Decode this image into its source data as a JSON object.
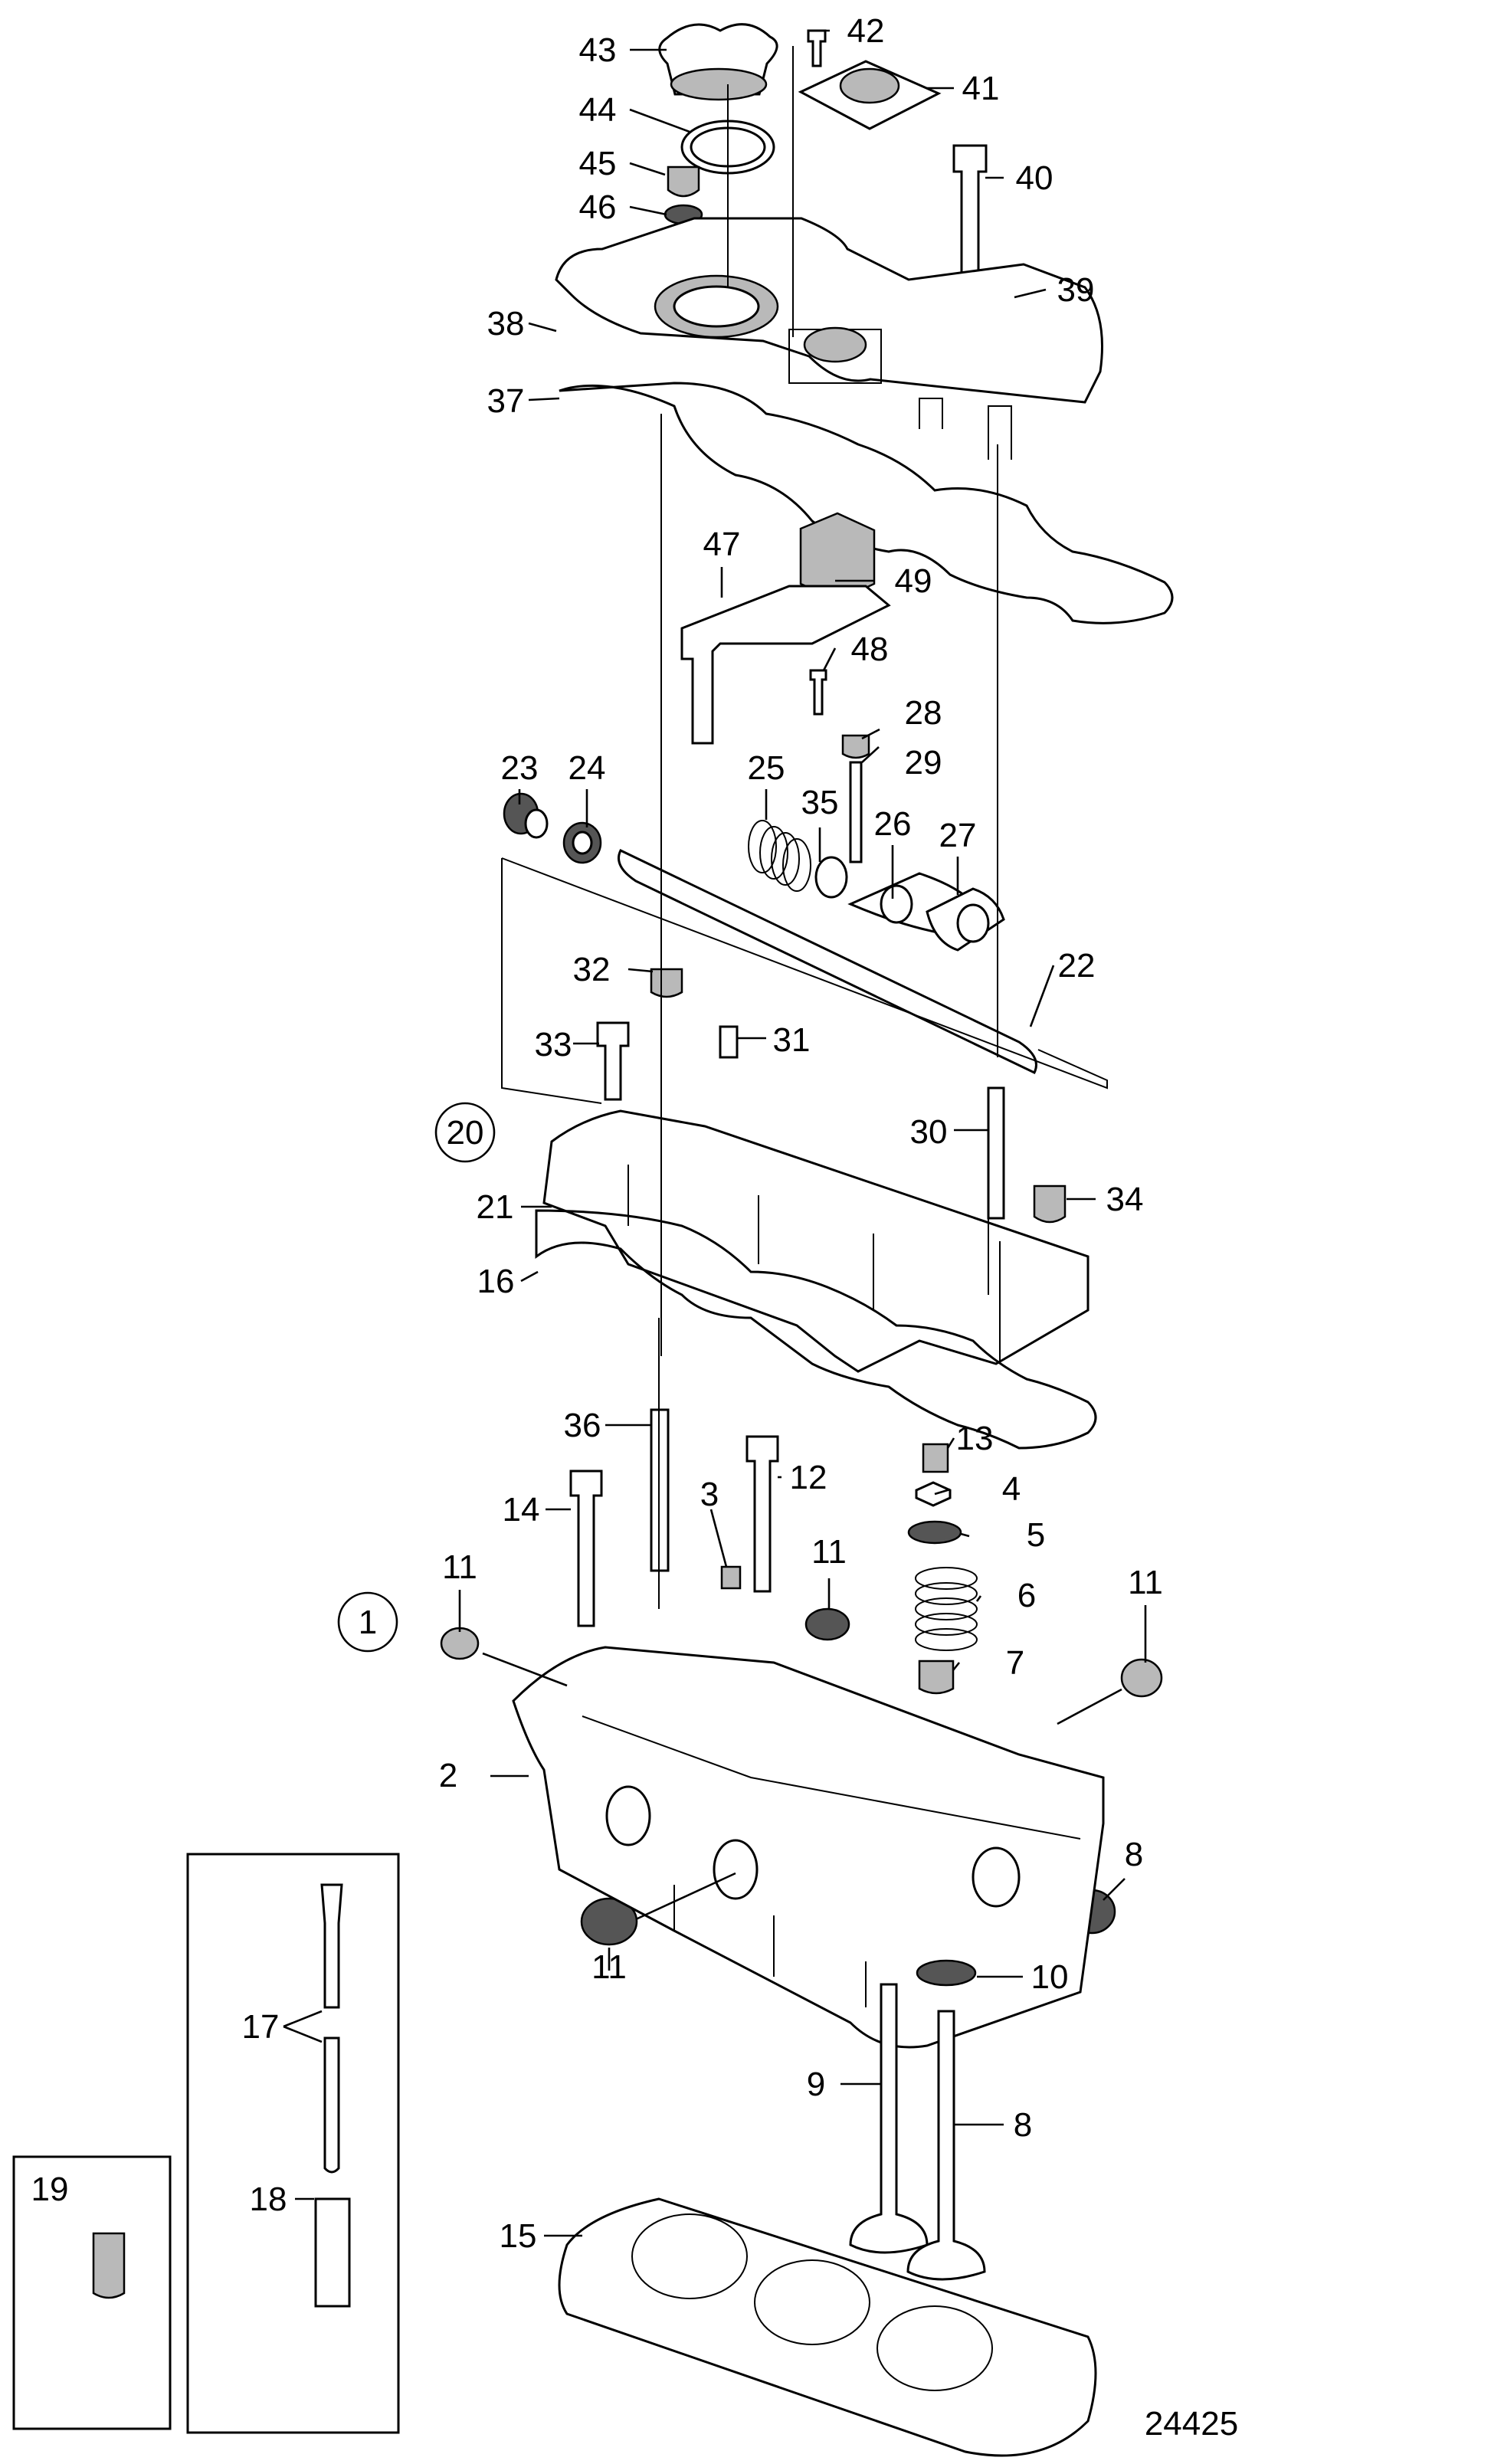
{
  "figure_number": "24425",
  "callouts": [
    "1",
    "2",
    "3",
    "4",
    "5",
    "6",
    "7",
    "8",
    "8",
    "9",
    "10",
    "11",
    "11",
    "11",
    "11",
    "12",
    "13",
    "14",
    "15",
    "16",
    "17",
    "18",
    "19",
    "20",
    "21",
    "22",
    "23",
    "24",
    "25",
    "26",
    "27",
    "28",
    "29",
    "30",
    "31",
    "32",
    "33",
    "34",
    "35",
    "36",
    "37",
    "38",
    "39",
    "40",
    "41",
    "42",
    "43",
    "44",
    "45",
    "46",
    "47",
    "48",
    "49"
  ],
  "circled_callouts": [
    "1",
    "20"
  ],
  "inset_callouts": [
    "17",
    "18",
    "19"
  ]
}
